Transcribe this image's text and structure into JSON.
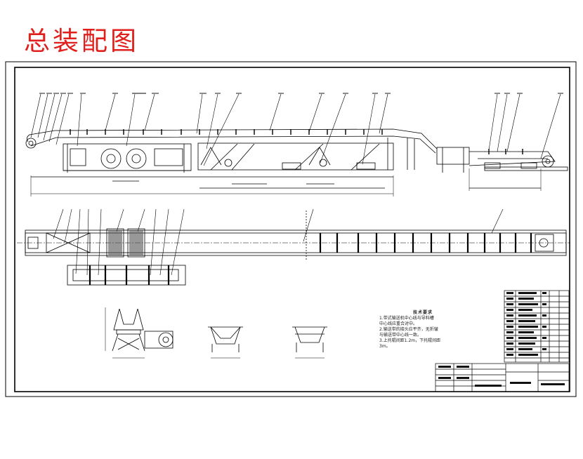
{
  "page": {
    "title": "总装配图",
    "title_color": "#e0201c",
    "line_color": "#000000"
  },
  "drawing": {
    "notes_title": "技术要求",
    "notes": [
      "1.带式输送机中心线与导料槽",
      "中心线应重合对中。",
      "2.输送带的接头应平齐，无折皱",
      "与输送带中心线一致。",
      "3.上托辊间距1.2m，下托辊间距",
      "3m。"
    ]
  }
}
